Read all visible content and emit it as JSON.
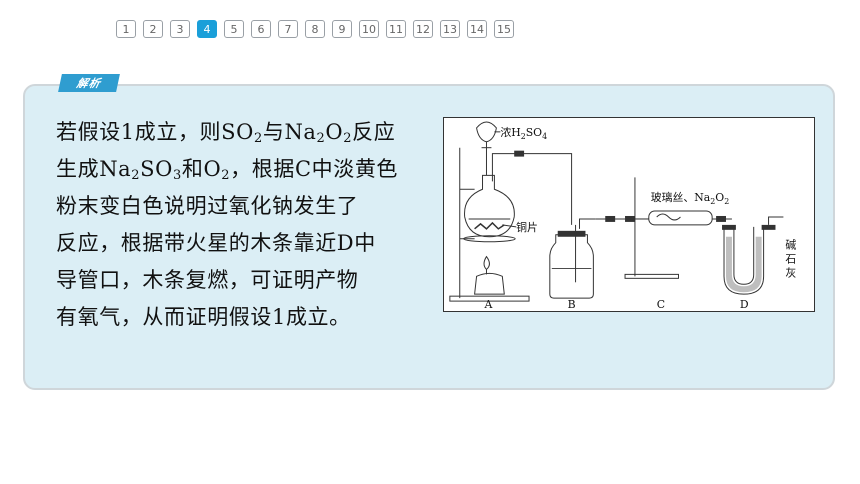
{
  "pager": {
    "pages": [
      "1",
      "2",
      "3",
      "4",
      "5",
      "6",
      "7",
      "8",
      "9",
      "10",
      "11",
      "12",
      "13",
      "14",
      "15"
    ],
    "active_index": 3
  },
  "section_tag": "解析",
  "explanation": {
    "l1_a": "若假设1成立，则SO",
    "l1_b": "2",
    "l1_c": "与Na",
    "l1_d": "2",
    "l1_e": "O",
    "l1_f": "2",
    "l1_g": "反应",
    "l2_a": "生成Na",
    "l2_b": "2",
    "l2_c": "SO",
    "l2_d": "3",
    "l2_e": "和O",
    "l2_f": "2",
    "l2_g": "，根据C中淡黄色",
    "l3": "粉末变白色说明过氧化钠发生了",
    "l4": "反应，根据带火星的木条靠近D中",
    "l5": "导管口，木条复燃，可证明产物",
    "l6": "有氧气，从而证明假设1成立。"
  },
  "diagram": {
    "acid_label_a": "浓H",
    "acid_label_b": "2",
    "acid_label_c": "SO",
    "acid_label_d": "4",
    "copper_label": "铜片",
    "glass_label_a": "玻璃丝、Na",
    "glass_label_b": "2",
    "glass_label_c": "O",
    "glass_label_d": "2",
    "lime_label_1": "碱",
    "lime_label_2": "石",
    "lime_label_3": "灰",
    "label_a": "A",
    "label_b": "B",
    "label_c": "C",
    "label_d": "D"
  },
  "colors": {
    "accent": "#1a9fd9",
    "card_bg": "#dbeef5",
    "card_border": "#cfd6da"
  }
}
